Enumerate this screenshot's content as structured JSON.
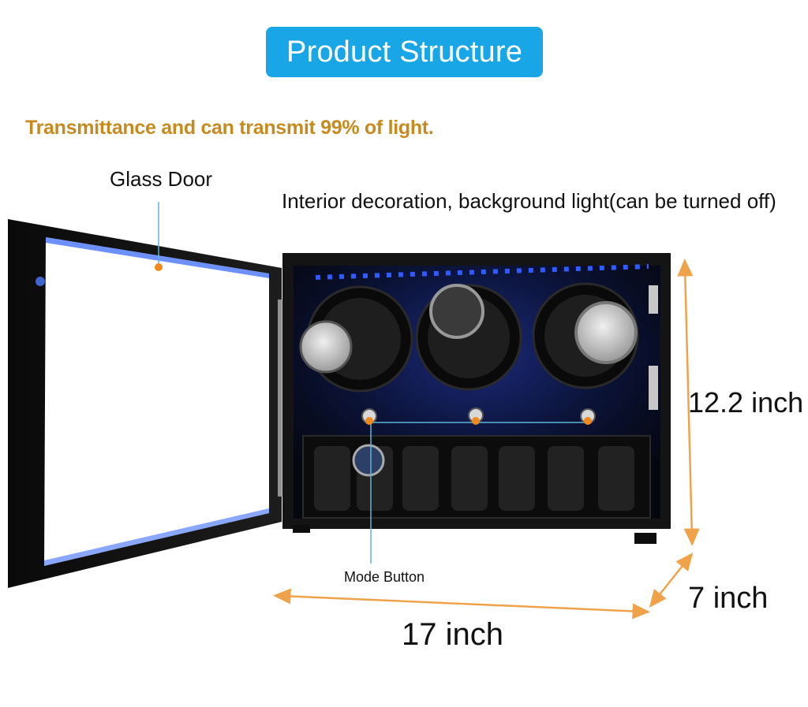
{
  "header": {
    "title": "Product Structure"
  },
  "subtitle": "Transmittance and can transmit 99% of light.",
  "labels": {
    "glass_door": "Glass Door",
    "interior": "Interior decoration, background light(can be turned off)",
    "mode_button": "Mode Button"
  },
  "dimensions": {
    "height": "12.2 inch",
    "depth": "7 inch",
    "width": "17 inch"
  },
  "colors": {
    "title_bg": "#18a6e6",
    "subtitle": "#c78a1f",
    "dimension_arrow": "#f0a24a",
    "callout_line": "#5bb6d6",
    "led": "#2f5bff",
    "wood": "#141414"
  }
}
